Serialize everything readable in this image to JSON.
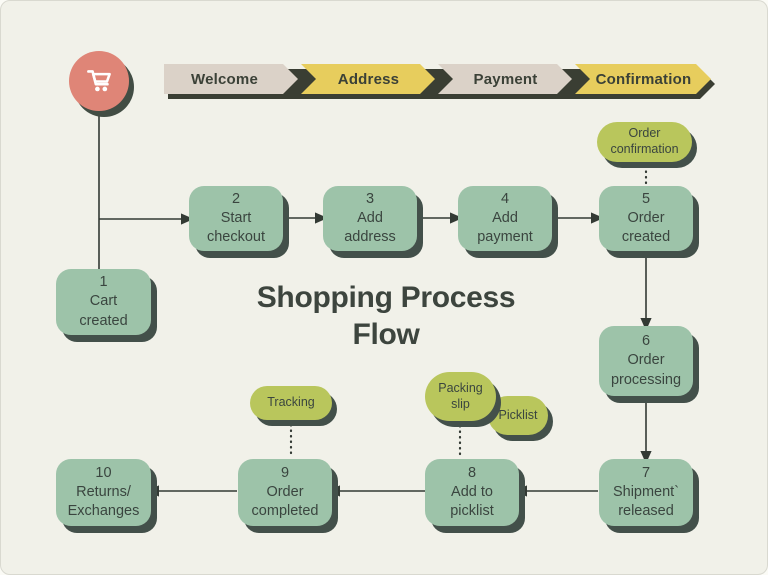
{
  "title": "Shopping Process Flow",
  "banner": {
    "steps": [
      {
        "label": "Welcome",
        "variant": "beige"
      },
      {
        "label": "Address",
        "variant": "yellow"
      },
      {
        "label": "Payment",
        "variant": "beige"
      },
      {
        "label": "Confirmation",
        "variant": "yellow"
      }
    ]
  },
  "nodes": [
    {
      "number": "1",
      "line1": "Cart",
      "line2": "created"
    },
    {
      "number": "2",
      "line1": "Start",
      "line2": "checkout"
    },
    {
      "number": "3",
      "line1": "Add",
      "line2": "address"
    },
    {
      "number": "4",
      "line1": "Add",
      "line2": "payment"
    },
    {
      "number": "5",
      "line1": "Order",
      "line2": "created"
    },
    {
      "number": "6",
      "line1": "Order",
      "line2": "processing"
    },
    {
      "number": "7",
      "line1": "Shipment`",
      "line2": "released"
    },
    {
      "number": "8",
      "line1": "Add to",
      "line2": "picklist"
    },
    {
      "number": "9",
      "line1": "Order",
      "line2": "completed"
    },
    {
      "number": "10",
      "line1": "Returns/",
      "line2": "Exchanges"
    }
  ],
  "callouts": [
    {
      "label": "Order confirmation"
    },
    {
      "label": "Tracking"
    },
    {
      "label": "Packing slip"
    },
    {
      "label": "Picklist"
    }
  ],
  "icons": [
    {
      "name": "shopping-cart-icon"
    }
  ],
  "colors": {
    "background": "#f1f1e9",
    "node_fill": "#9dc3a9",
    "callout_fill": "#b9c65c",
    "shape_shadow": "#43504a",
    "banner_beige": "#dbd2c8",
    "banner_yellow": "#e7cd5d",
    "banner_shadow": "#3a3e33",
    "cart_badge": "#df8577",
    "text": "#3a453f",
    "connector": "#333a34"
  }
}
